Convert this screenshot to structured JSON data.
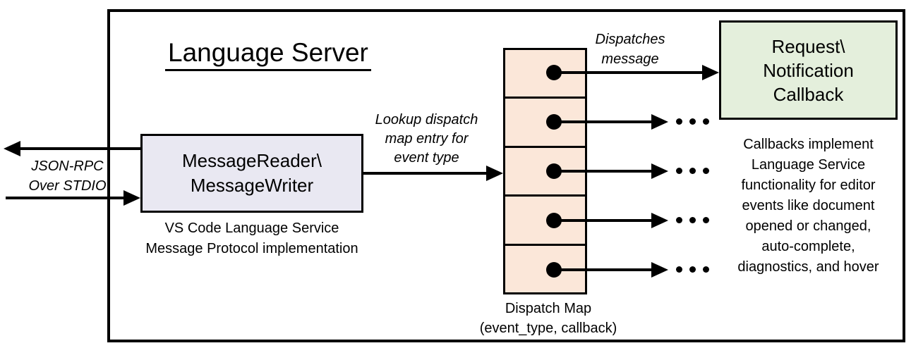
{
  "diagram": {
    "title": "Language Server",
    "message_reader_box": {
      "label": "MessageReader\\\nMessageWriter",
      "caption": "VS Code Language Service\nMessage Protocol implementation",
      "fill": "#E9E8F2"
    },
    "stdio_label": "JSON-RPC\nOver STDIO",
    "lookup_label": "Lookup dispatch\nmap entry for\nevent type",
    "dispatches_label": "Dispatches\nmessage",
    "dispatch_map": {
      "label": "Dispatch Map\n(event_type, callback)",
      "rows": 5,
      "fill": "#FBE7D9",
      "entry_icon": "filled-dot"
    },
    "callback_box": {
      "label": "Request\\\nNotification\nCallback",
      "fill": "#E4EFDC"
    },
    "callbacks_note": "Callbacks implement\nLanguage Service\nfunctionality for editor\nevents like document\nopened or changed,\nauto-complete,\ndiagnostics, and hover",
    "ellipsis_icon": "...",
    "line_color": "#000000",
    "border_color": "#000000"
  }
}
